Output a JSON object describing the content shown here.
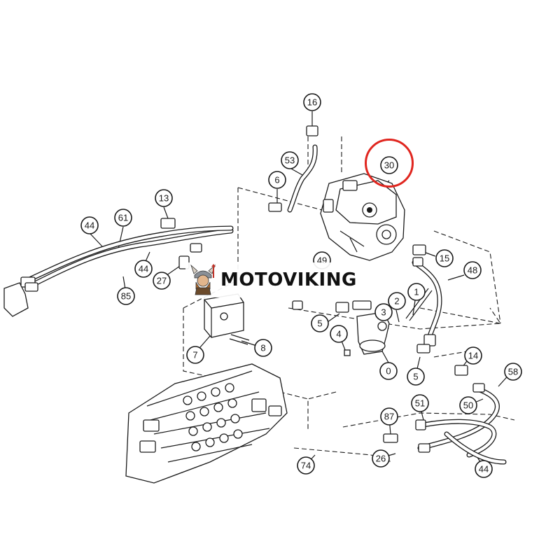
{
  "watermark": {
    "brand": "MOTOVIKING",
    "logo_icon": "viking-mascot-icon"
  },
  "highlight": {
    "color": "#e0261f",
    "target_callout": "30"
  },
  "callouts": [
    {
      "id": "c16",
      "label": "16"
    },
    {
      "id": "c30",
      "label": "30"
    },
    {
      "id": "c53",
      "label": "53"
    },
    {
      "id": "c6a",
      "label": "6"
    },
    {
      "id": "c13",
      "label": "13"
    },
    {
      "id": "c61",
      "label": "61"
    },
    {
      "id": "c44a",
      "label": "44"
    },
    {
      "id": "c44b",
      "label": "44"
    },
    {
      "id": "c27",
      "label": "27"
    },
    {
      "id": "c85",
      "label": "85"
    },
    {
      "id": "c49",
      "label": "49"
    },
    {
      "id": "c15",
      "label": "15"
    },
    {
      "id": "c48",
      "label": "48"
    },
    {
      "id": "c1",
      "label": "1"
    },
    {
      "id": "c2",
      "label": "2"
    },
    {
      "id": "c3",
      "label": "3"
    },
    {
      "id": "c5a",
      "label": "5"
    },
    {
      "id": "c4",
      "label": "4"
    },
    {
      "id": "c0",
      "label": "0"
    },
    {
      "id": "c5b",
      "label": "5"
    },
    {
      "id": "c7",
      "label": "7"
    },
    {
      "id": "c8",
      "label": "8"
    },
    {
      "id": "c14",
      "label": "14"
    },
    {
      "id": "c58",
      "label": "58"
    },
    {
      "id": "c51",
      "label": "51"
    },
    {
      "id": "c50",
      "label": "50"
    },
    {
      "id": "c87",
      "label": "87"
    },
    {
      "id": "c26",
      "label": "26"
    },
    {
      "id": "c74",
      "label": "74"
    },
    {
      "id": "c44c",
      "label": "44"
    }
  ]
}
